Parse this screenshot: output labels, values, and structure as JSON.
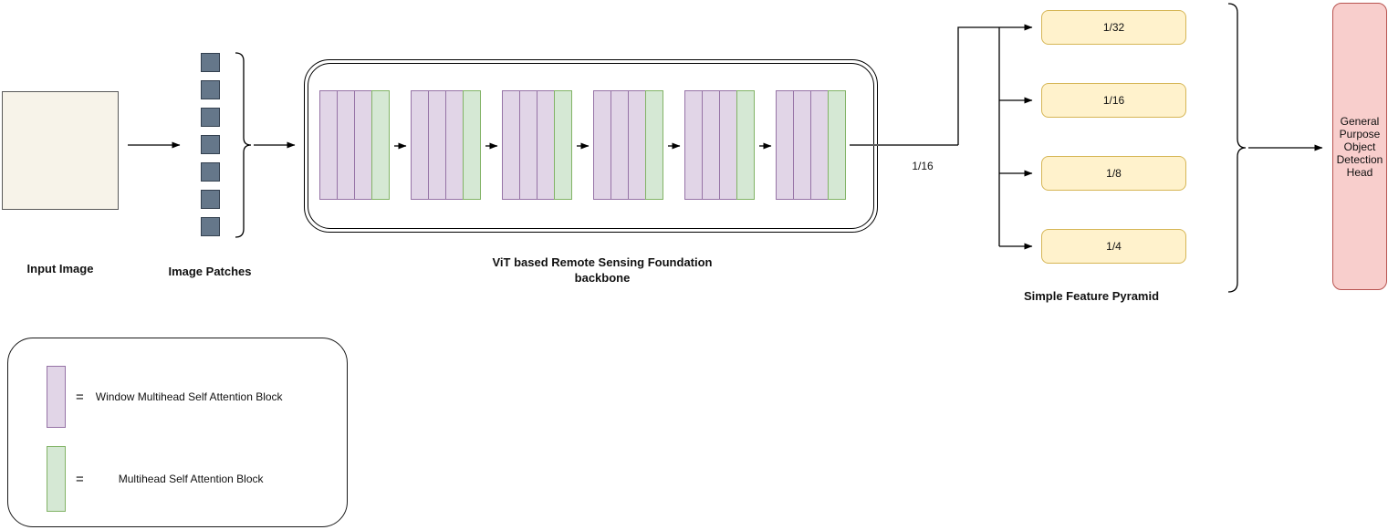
{
  "labels": {
    "input_image": "Input Image",
    "image_patches": "Image Patches",
    "backbone": "ViT based Remote Sensing Foundation\nbackbone",
    "scale": "1/16",
    "pyramid_title": "Simple Feature Pyramid",
    "head": "General Purpose Object Detection Head"
  },
  "pyramid": {
    "boxes": [
      "1/32",
      "1/16",
      "1/8",
      "1/4"
    ]
  },
  "legend": {
    "equals": "=",
    "items": [
      {
        "swatch": "window-multihead-self-attention",
        "label": "Window Multihead Self Attention Block"
      },
      {
        "swatch": "multihead-self-attention",
        "label": "Multihead Self Attention Block"
      }
    ]
  },
  "colors": {
    "input_image_fill": "#F7F3E9",
    "patch_fill": "#65778A",
    "patch_border": "#33404F",
    "window_msa_fill": "#E1D5E7",
    "window_msa_border": "#9673A6",
    "msa_fill": "#D5E8D4",
    "msa_border": "#82B366",
    "pyramid_fill": "#FFF2CC",
    "pyramid_border": "#D6B656",
    "head_fill": "#F8CECC",
    "head_border": "#B85450"
  }
}
